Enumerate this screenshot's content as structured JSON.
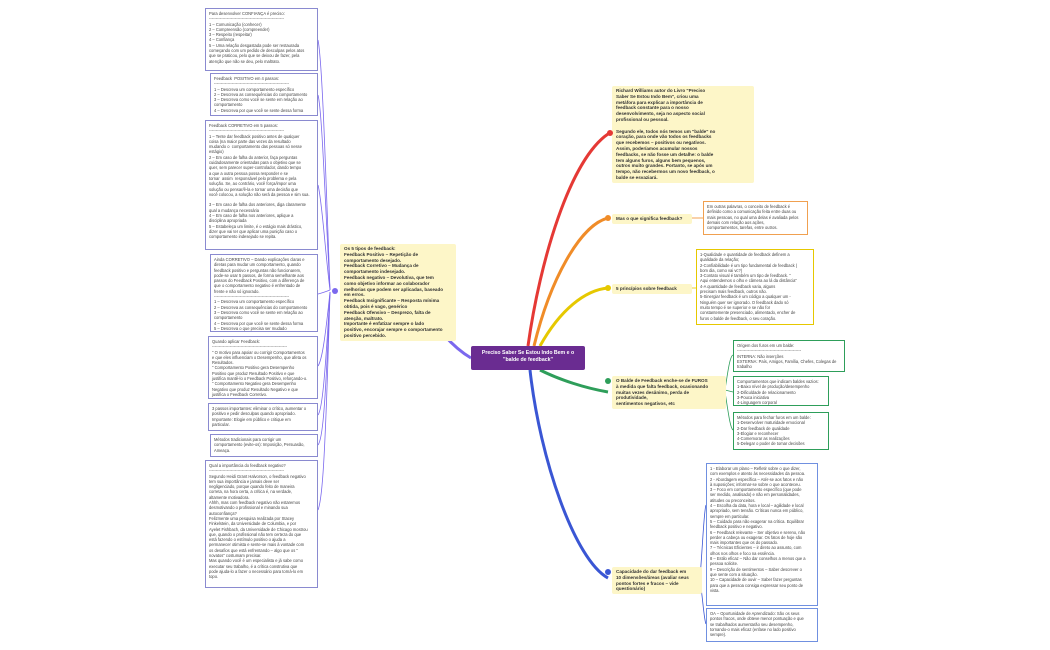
{
  "central": {
    "title": "Preciso Saber Se Estou Indo Bem e o\n\"balde de feedback\""
  },
  "branches": [
    {
      "id": "intro",
      "color": "#e53935",
      "text": "Richard Williams autor do Livro \"Preciso\nSaber Se Estou Indo Bem\", criou uma\nmetáfora para explicar a importância de\nfeedback constante para o nosso\ndesenvolvimento, seja no aspecto social\nprofissional ou pessoal.\n\nSegundo ele, todos nós temos um \"balde\" no\ncoração, para onde vão todos os feedbacks\nque recebemos – positivos ou negativos.\nAssim, poderíamos acumular nossos\nfeedbacks, se não fosse um detalhe: o balde\ntem alguns furos, alguns bem pequenos,\noutros muito grandes. Portanto, se após um\ntempo, não recebermos um novo feedback, o\nbalde se esvaziará."
    },
    {
      "id": "significado",
      "color": "#f08c28",
      "text": "Mas o que significa feedback?"
    },
    {
      "id": "principios",
      "color": "#e6c800",
      "text": "5 princípios sobre feedback"
    },
    {
      "id": "balde",
      "color": "#2e9e5a",
      "text": "O Balde de Feedback enche-se de FUROS\nà medida que falta feedback, ocasionando\nmuitas vezes desânimo, perda de\nprodutividade,\nsentimentos negativos, etc"
    },
    {
      "id": "capacidade",
      "color": "#3a56d4",
      "text": "Capacidade do dar feedback em\n10 dimensões/áreas (avaliar seus\npontos fortes e fracos – vide\nquestionário)"
    },
    {
      "id": "tipos",
      "color": "#7b68ee",
      "text": "Os 5 tipos de feedback:\nFeedback Positivo – Repetição de\ncomportamento desejado.\nFeedback Corretivo – Mudança de\ncomportamento indesejado.\nFeedback negativo – Devolutiva, que tem\ncomo objetivo informar ao colaborador\nmelhorias que podem ser aplicadas, baseado\nem erros.\nFeedback Insignificante – Resposta mínima\nobtida, pois é vago, genérico\nFeedback Ofensivo – Desprezo, falta de\natenção, maltrato.\nImportante é enfatizar sempre o lado\npositivo, encorajar sempre o comportamento\npositivo percebido."
    }
  ],
  "right_notes": {
    "significado": "Em outras palavras, o conceito de feedback é\ndefinido como a comunicação feita entre duas ou\nmais pessoas, no qual uma delas é avaliada pelos\ndemais com relação aos ações,\ncomportamentos, tarefas, entre outros.",
    "principios": "1-Qualidade e quantidade de feedback definem a\nqualidade da relação;\n2-Confiabilidade é um tipo fundamental de feedback (\nbom dia, como vai vc?)\n3-Contato visual é também um tipo de feedback. \"\nAqui entendemos o olho e câmera ao lá da distância\"\n4-A quantidade de feedback varia, alguns\nprecisam mais feedback, outros não.\n5-Sinergia! feedback é um código a qualquer um -\nNinguém quer ser ignorado. O feedback dado só\nmuito tempo é se superior e se não for\nconstantemente presenciado, alimentado, encher de\nfuros o balde de feedback, o seu coração.",
    "balde_origem": "Origem dos furos em um balde:\n-----------------------------------------------\nINTERNA: Não inserções\nEXTERNA: País, Amigos, Família, Chefes, Colegas de\ntrabalho",
    "balde_comportamentos": "Comportamentos que indicam baldes vazios:\n1-Baixo nível de produção/desempenho\n2-Dificuldade de relacionamento\n3-Pouca iniciativa\n4-Linguagem corporal",
    "balde_metodos": "Métodos para fechar furos em um balde:\n1-Desenvolver maturidade emocional\n2-Dar feedback de qualidade\n3-Elogiar e reconhecer\n4-Comemorar as realizações\n5-Delegar o poder de tomar decisões",
    "capacidade_lista": "1 - Elaborar um plano – Refletir sobre o que dizer,\ncom exemplos e atento às necessidades da pessoa.\n2 - Abordagem específica – Atér-se aos fatos e não\nà suposições; informar-se sobre o que aconteceu.\n3 – Foco em comportamento específico (que pode\nser medido, analisado) e não em personalidades,\natitudes ou preconceitos.\n4 – Escolha da data, hora e local – agilidade e local\napropriado, sem tensão. Críticas nunca em público,\nsempre em particular.\n5 – Cuidado para não exagerar na crítica. Equilibrar\nfeedback positivo e negativo.\n6 – Feedback relevante – Ser objetivo e sereno, não\nperder a cabeça ou exagerar. Os fatos de hoje são\nmais importantes que os do passado.\n7 – Técnicas Eficientes – ir direto ao assunto, com\nolhos nos olhos e foco na essência.\n8 – Estilo eficaz – Não dar conselhos a menos que a\npessoa solicite.\n9 – Descrição de sentimentos – Saber descrever o\nque sente com a situação.\n10 – Capacidade de ouvir – Saber fazer perguntas\npara que a pessoa consiga expressar seu ponto de\nvista.",
    "capacidade_oa": "OA – Oportunidade de Aprendizado: São os seus\npontos fracos, onde obteve menor pontuação e que\nse trabalhados aumentarão seu desempenho,\ntornando-o mais eficaz (enfase no lado positivo\nsempre)."
  },
  "left_notes": [
    "Para desenvolver CONFIANÇA é preciso:\n-------------------------------------------------------\n1 – Comunicação (conhecer)\n2 – Compreensão (compreender)\n3 – Respeito (respeitar)\n4 – Confiança\n5 – Uma relação desgastada pode ser restaurada\ncomeçando com um pedido de desculpas pelos atos\nque se praticou, pelo que se deixou de fazer, pela\natenção que não se deu, pelo maltrato.",
    "Feedback  POSITIVO em 4 passos:\n-------------------------------------------------------\n1 – Descreva um comportamento específico\n2 – Descreva as consequências do comportamento\n3 – Descreva como você se sente em relação ao\ncomportamento\n4 – Descreva por que você se sente dessa forma",
    "Feedback CORRETIVO em 5 passos:\n-------------------------------------------------------\n1 – Tente dar feedback positivo antes de qualquer\ncoisa (na maior parte das vezes da resultado\nmudando o  comportamento das pessoas só nesse\nestágio)\n2 – Em caso de falha do anterior, faça perguntas\ncuidadosamente orientadas para o objetivo que se\nquer, sem parecer super-controlador, dando tempo\na que a outra pessoa possa responder e se\ntornar  assim  responsável pelo problema e pela\nsolução. Se, ao contrário, você força/impor uma\nsolução ou pensar/ê-la e tornar uma decisão que\nvocê colocou, a solução não será da pessoa e sim sua.\n\n3 – Em caso de falha dos anteriores, diga claramente\nqual a mudança necessária\n4 – Em caso de falha nos anteriores, aplique a\ndisciplina apropriada\n5 – Estabeleça um limite, é o estágio mais drástico,\ndizer que vai ter que aplicar uma punição caso o\ncomportamento indesejado se repita.",
    "Ainda CORRETIVO – Dando explicações claras e\ndiretas para mudar um comportamento, quando\nfeedback positivo e perguntas não funcionarem,\npode-se usar 5 passos, de forma semelhante aos\npassos do Feedback Positivo, com a diferença de\nque o comportamento negativo é enfrentado de\nfrente e não só ignorado.\n-------------------------------------------------------\n1 – Descreva um comportamento específico\n2 – Descreva as consequências do comportamento\n3 – Descreva como você se sente em relação ao\ncomportamento\n4 – Descreva por que você se sente dessa forma\n5 – Descreva o que precisa ser mudado",
    "Quando aplicar Feedback:\n-------------------------------------------------------\n\" O motivo para apoiar ou corrigir Comportamentos\ne que eles influenciam o Desempenho, que afeta os\nResultados.\n\" Comportamento Positivo gera Desempenho\nPositivo que produz Resultado Positivo e que\njustifica mantê-lo o Feedback Positivo, reforçando-o.\n\" Comportamento Negativo gera Desempenho\nNegativo que produz Resultado Negativo e que\njustifica o Feedback Corretivo.",
    "3 passos importantes: eliminar o crítico, aumentar o\npositivo e pedir desculpas quando apropriado.\nImportante: Elogie em público e critique em\nparticular.",
    "Métodos tradicionais para corrigir um\ncomportamento (evite-os): Imposição, Persuasão,\nAmeaça.",
    "Qual a importância do feedback negativo?\n-------------------------------------------------------\nSegundo Heidi Grant Halvorson, o feedback negativo\ntem sua importância e jamais deve ser\nnegligenciado, porque quando feito de maneira\ncorreta, na hora certa, a crítica é, na verdade,\naltamente motivadora.\nAhhh, mas com feedback negativo não estaremos\ndesmotivando o profissional e minando sua\nautoconfiança?\nFelizmente uma pesquisa realizada por Stacey\nFinkelstein, da Universidade de Columbia, e por\nAyelet Fishbach, da Universidade de Chicago mostrou\nque, quando o profissional não tem certeza do que\nestá fazendo o estímulo positivo o ajuda a\npermanecer otimista e sente-se mais à vontade com\nos desafios que está enfrentando – algo que os \"\nnovatos\" costumam precisar.\nMas quando você é um especialista e já sabe como\nexecutar seu trabalho, é a crítica construtiva que\npode ajuda-lo a fazer o necessário para torná-lo em\ntopo."
  ]
}
